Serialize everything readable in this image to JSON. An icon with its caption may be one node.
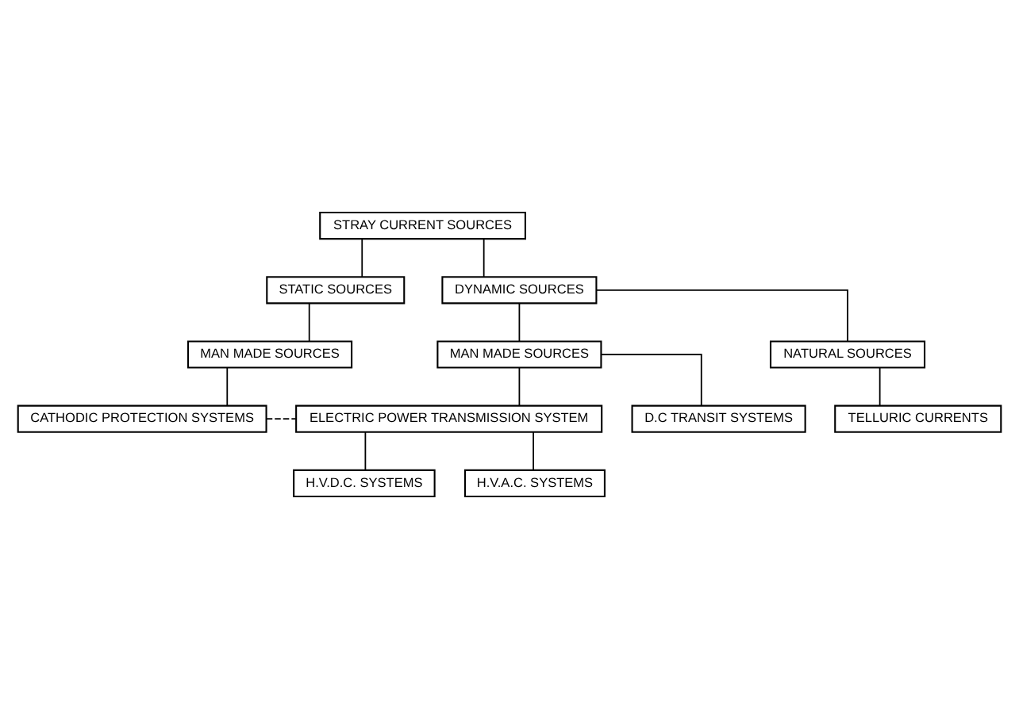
{
  "diagram": {
    "nodes": [
      {
        "text": [
          "STRAY CURRENT SOURCES"
        ]
      },
      {
        "text": [
          "STATIC SOURCES"
        ]
      },
      {
        "text": [
          "DYNAMIC SOURCES"
        ]
      },
      {
        "text": [
          "MAN MADE SOURCES"
        ]
      },
      {
        "text": [
          "CATHODIC PROTECTION SYSTEMS"
        ]
      },
      {
        "text": [
          "MAN MADE SOURCES"
        ]
      },
      {
        "text": [
          "NATURAL SOURCES"
        ]
      },
      {
        "text": [
          "TELLURIC CURRENTS"
        ]
      },
      {
        "text": [
          "ELECTRIC POWER TRANSMISSION SYSTEM"
        ]
      },
      {
        "text": [
          "D.C TRANSIT SYSTEMS"
        ]
      },
      {
        "text": [
          "H.V.D.C. SYSTEMS"
        ]
      },
      {
        "text": [
          "H.V.A.C. SYSTEMS"
        ]
      }
    ],
    "edges": [
      {
        "from": 0,
        "to": 1,
        "arrow": "none"
      },
      {
        "from": 0,
        "to": 2,
        "arrow": "none"
      },
      {
        "from": 1,
        "to": 3,
        "arrow": "none"
      },
      {
        "from": 3,
        "to": 4,
        "arrow": "none"
      },
      {
        "from": 2,
        "to": 5,
        "arrow": "none"
      },
      {
        "from": 2,
        "to": 6,
        "arrow": "none"
      },
      {
        "from": 6,
        "to": 7,
        "arrow": "none"
      },
      {
        "from": 4,
        "to": 8,
        "arrow": "none",
        "style": "dashed"
      },
      {
        "from": 5,
        "to": 8,
        "arrow": "none"
      },
      {
        "from": 5,
        "to": 9,
        "arrow": "none"
      },
      {
        "from": 8,
        "to": 10,
        "arrow": "none"
      },
      {
        "from": 8,
        "to": 11,
        "arrow": "none"
      }
    ]
  }
}
